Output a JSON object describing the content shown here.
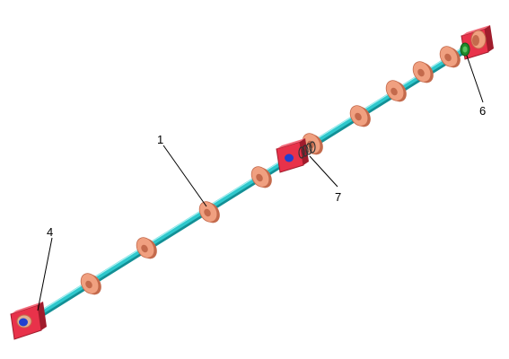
{
  "callouts": [
    {
      "id": "c1",
      "label": "1"
    },
    {
      "id": "c4",
      "label": "4"
    },
    {
      "id": "c6",
      "label": "6"
    },
    {
      "id": "c7",
      "label": "7"
    }
  ],
  "colors": {
    "shaft": "#2ec8cc",
    "shaft_dark": "#138f95",
    "disk": "#f0a080",
    "disk_dark": "#c46a4c",
    "bearing_block": "#e8324a",
    "bearing_dark": "#a01c2c",
    "bearing_hole": "#2040d0",
    "coupling": "#1f8a2a"
  }
}
